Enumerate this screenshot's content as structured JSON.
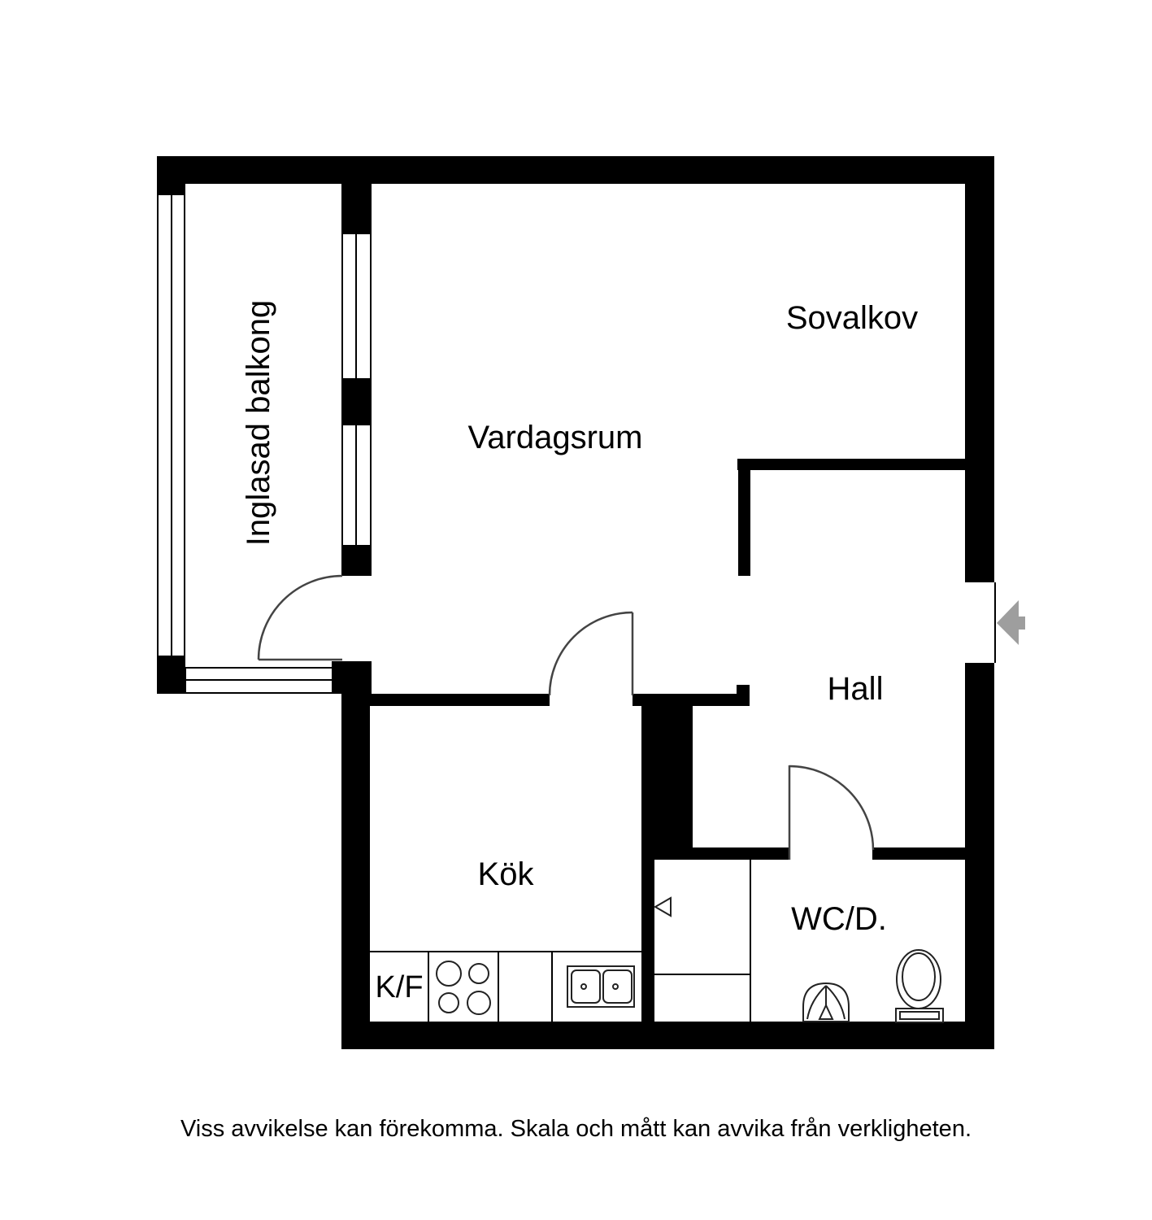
{
  "plan": {
    "rooms": {
      "balcony": "Inglasad balkong",
      "living_room": "Vardagsrum",
      "sleeping_alcove": "Sovalkov",
      "hall": "Hall",
      "kitchen": "Kök",
      "bathroom": "WC/D.",
      "fridge_freezer": "K/F"
    },
    "symbols": {
      "entry_arrow": "entry-arrow",
      "balcony_door": "door-swing",
      "kitchen_door": "door-swing",
      "bathroom_door": "door-swing",
      "stove": "stove-four-burners",
      "kitchen_sink": "double-sink",
      "washbasin": "washbasin",
      "toilet": "toilet",
      "vent": "triangle-marker",
      "windows": "glazing-lines"
    },
    "colors": {
      "wall": "#000000",
      "door": "#444444",
      "entry_arrow": "#9e9e9e",
      "background": "#ffffff",
      "text": "#000000"
    }
  },
  "footer": {
    "disclaimer": "Viss avvikelse kan förekomma. Skala och mått kan avvika från verkligheten."
  }
}
